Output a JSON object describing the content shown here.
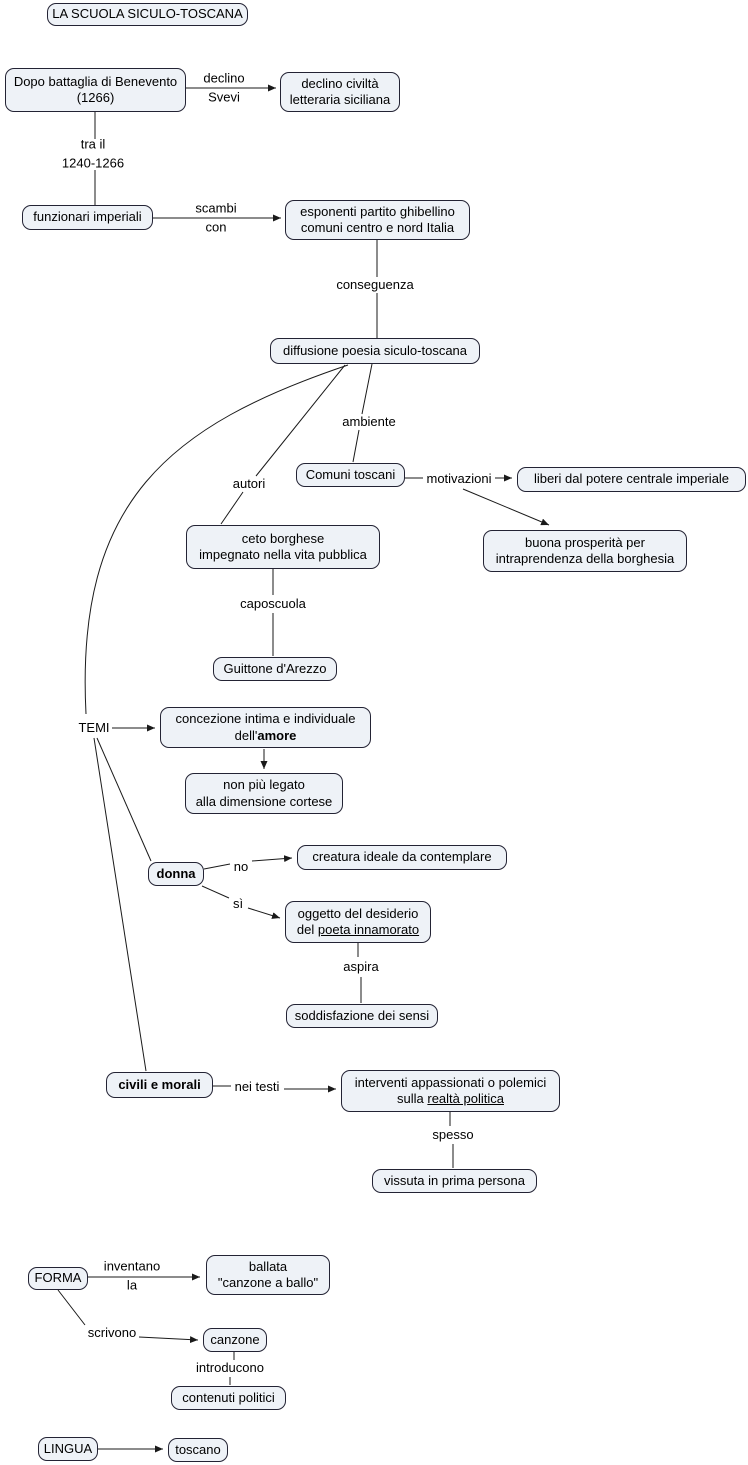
{
  "title": "LA SCUOLA SICULO-TOSCANA",
  "colors": {
    "node_fill": "#eef2f7",
    "node_border": "#232334",
    "line": "#1a1a1a",
    "background": "#ffffff"
  },
  "nodes": {
    "benevento": {
      "line1": "Dopo battaglia di Benevento",
      "line2": "(1266)"
    },
    "declino_civilta": {
      "line1": "declino civiltà",
      "line2": "letteraria siciliana"
    },
    "funzionari": {
      "text": "funzionari imperiali"
    },
    "esponenti": {
      "line1": "esponenti partito ghibellino",
      "line2": "comuni centro e nord Italia"
    },
    "diffusione": {
      "text": "diffusione poesia siculo-toscana"
    },
    "comuni_toscani": {
      "text": "Comuni toscani"
    },
    "liberi": {
      "text": "liberi dal potere centrale imperiale"
    },
    "ceto": {
      "line1": "ceto borghese",
      "line2": "impegnato nella vita pubblica"
    },
    "prosperita": {
      "line1": "buona prosperità per",
      "line2": "intraprendenza della borghesia"
    },
    "guittone": {
      "text": "Guittone d'Arezzo"
    },
    "amore": {
      "line1": "concezione intima e individuale",
      "line2_pre": "dell'",
      "line2_bold": "amore"
    },
    "non_piu": {
      "line1": "non più legato",
      "line2": "alla dimensione cortese"
    },
    "donna": {
      "text": "donna"
    },
    "creatura": {
      "text": "creatura ideale da contemplare"
    },
    "oggetto": {
      "line1": "oggetto del desiderio",
      "line2_pre": "del ",
      "line2_und": "poeta innamorato"
    },
    "soddisfazione": {
      "text": "soddisfazione dei sensi"
    },
    "civili": {
      "text": "civili e morali"
    },
    "interventi": {
      "line1": "interventi appassionati o polemici",
      "line2_pre": "sulla ",
      "line2_und": "realtà politica"
    },
    "vissuta": {
      "text": "vissuta in prima persona"
    },
    "forma": {
      "text": "FORMA"
    },
    "ballata": {
      "line1": "ballata",
      "line2": "\"canzone a ballo\""
    },
    "canzone": {
      "text": "canzone"
    },
    "contenuti": {
      "text": "contenuti politici"
    },
    "lingua": {
      "text": "LINGUA"
    },
    "toscano": {
      "text": "toscano"
    }
  },
  "labels": {
    "declino_svevi": {
      "line1": "declino",
      "line2": "Svevi"
    },
    "tra_il": {
      "line1": "tra il",
      "line2": "1240-1266"
    },
    "scambi": {
      "line1": "scambi",
      "line2": "con"
    },
    "conseguenza": {
      "text": "conseguenza"
    },
    "ambiente": {
      "text": "ambiente"
    },
    "autori": {
      "text": "autori"
    },
    "motivazioni": {
      "text": "motivazioni"
    },
    "caposcuola": {
      "text": "caposcuola"
    },
    "temi": {
      "text": "TEMI"
    },
    "no": {
      "text": "no"
    },
    "si": {
      "text": "sì"
    },
    "aspira": {
      "text": "aspira"
    },
    "nei_testi": {
      "text": "nei testi"
    },
    "spesso": {
      "text": "spesso"
    },
    "inventano": {
      "line1": "inventano",
      "line2": "la"
    },
    "scrivono": {
      "text": "scrivono"
    },
    "introducono": {
      "text": "introducono"
    }
  }
}
